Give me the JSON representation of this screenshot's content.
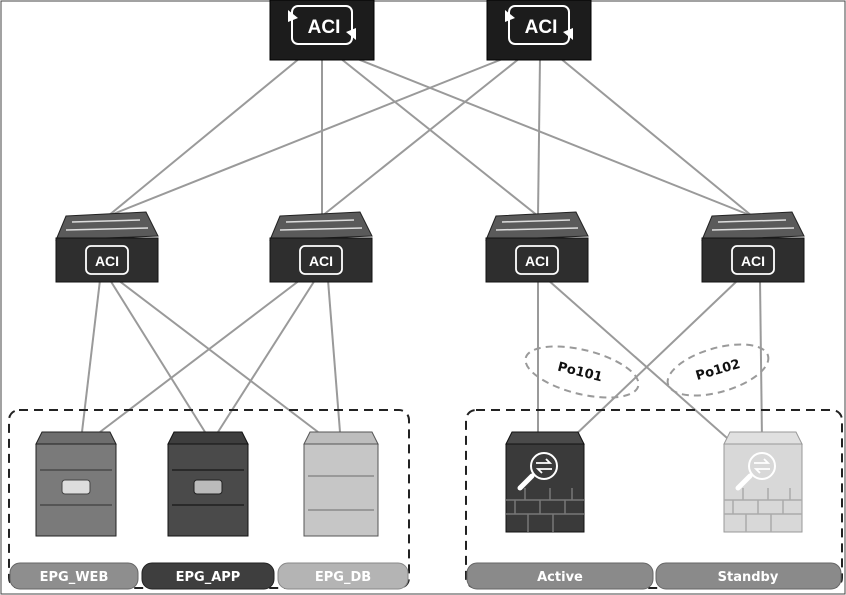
{
  "nodes": {
    "spines": [
      {
        "id": "spine1",
        "label": "ACI"
      },
      {
        "id": "spine2",
        "label": "ACI"
      }
    ],
    "leaves": [
      {
        "id": "leaf1",
        "label": "ACI"
      },
      {
        "id": "leaf2",
        "label": "ACI"
      },
      {
        "id": "leaf3",
        "label": "ACI"
      },
      {
        "id": "leaf4",
        "label": "ACI"
      }
    ]
  },
  "port_channels": [
    {
      "id": "po101",
      "label": "Po101"
    },
    {
      "id": "po102",
      "label": "Po102"
    }
  ],
  "epg_labels": {
    "web": "EPG_WEB",
    "app": "EPG_APP",
    "db": "EPG_DB"
  },
  "firewall_labels": {
    "active": "Active",
    "standby": "Standby"
  },
  "colors": {
    "spine_fill": "#1c1c1c",
    "leaf_fill": "#2e2e2e",
    "link": "#9a9a9a",
    "group_border": "#222222",
    "pill_web": "#8e8e8e",
    "pill_app": "#3e3e3e",
    "pill_db": "#b4b4b4",
    "pill_active": "#8a8a8a",
    "pill_standby": "#8a8a8a",
    "fw_active": "#3a3a3a",
    "fw_standby": "#d8d8d8"
  }
}
